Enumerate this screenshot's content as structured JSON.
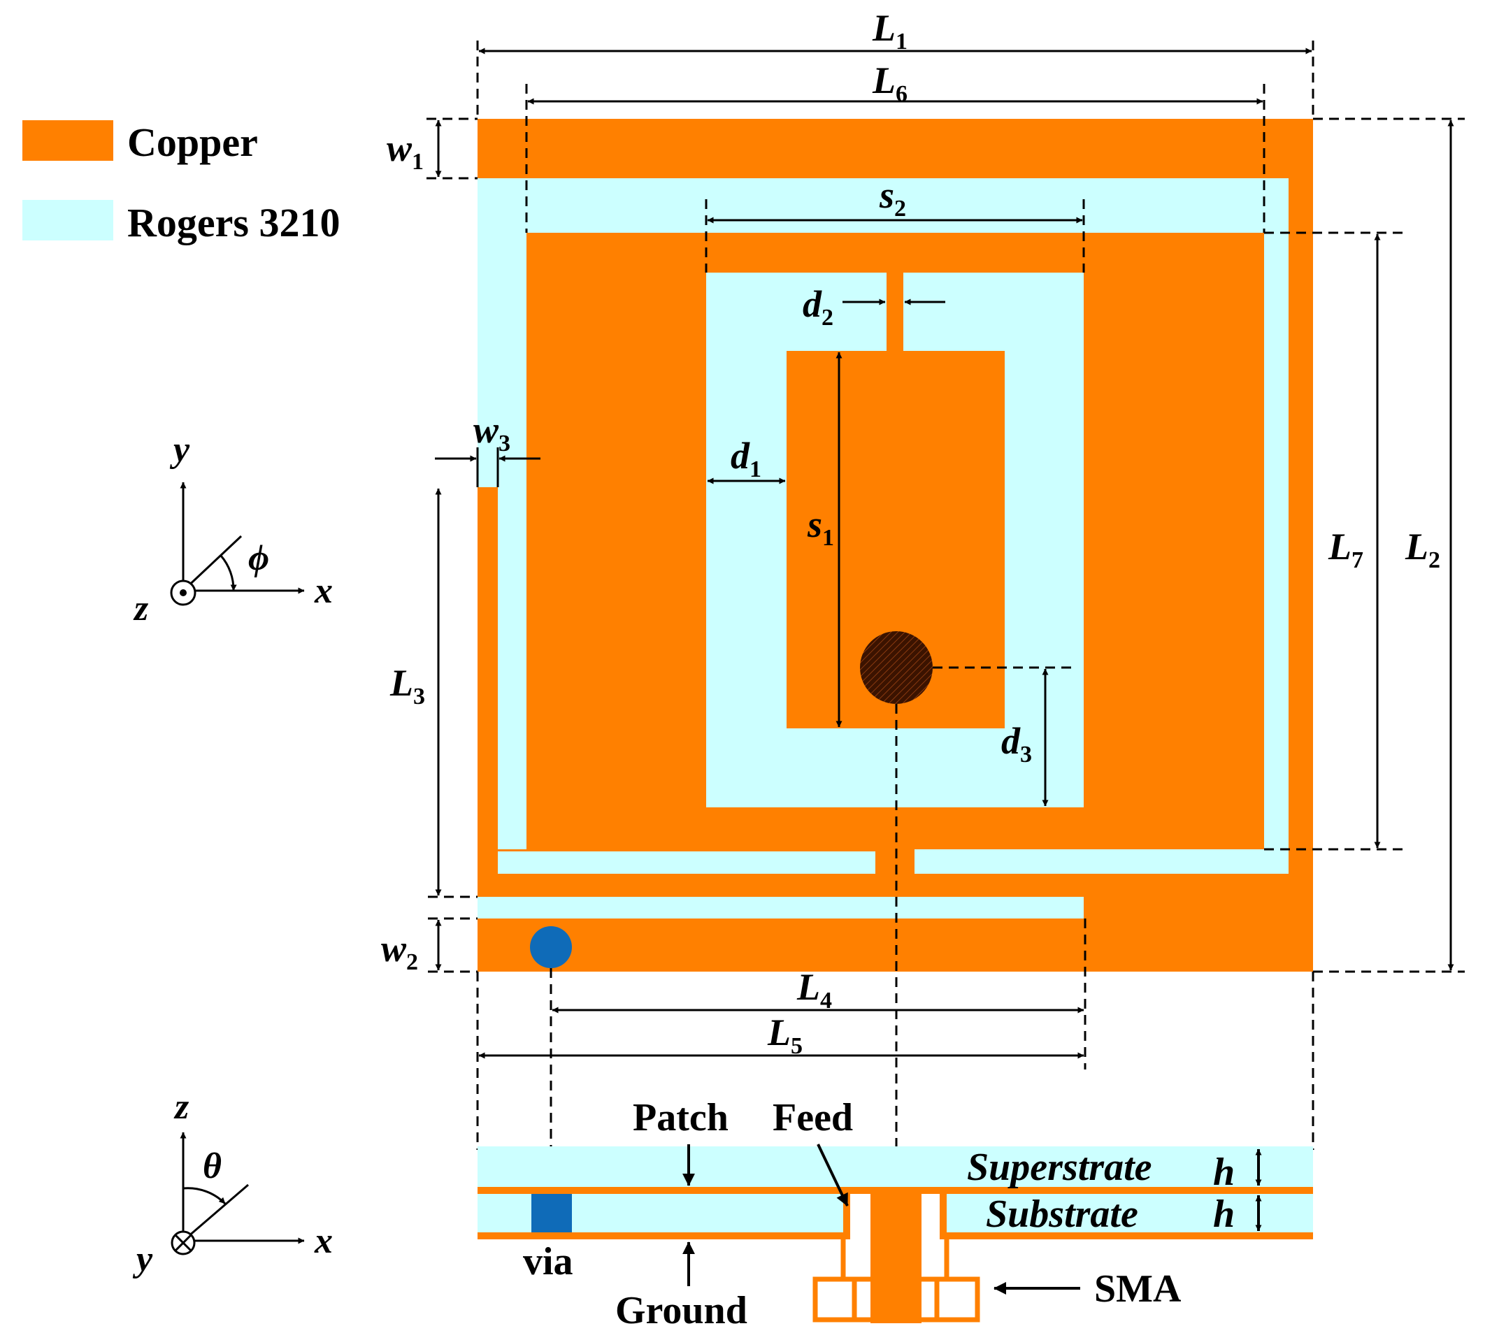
{
  "colors": {
    "copper": "#FF8000",
    "substrate": "#CCFFFF",
    "feed_dot": "#3B1300",
    "via": "#0F6BB8",
    "line": "#000000"
  },
  "legend": {
    "copper": "Copper",
    "substrate": "Rogers 3210"
  },
  "dimensions": {
    "L1": {
      "base": "L",
      "sub": "1"
    },
    "L6": {
      "base": "L",
      "sub": "6"
    },
    "w1": {
      "base": "w",
      "sub": "1"
    },
    "s2": {
      "base": "s",
      "sub": "2"
    },
    "d2": {
      "base": "d",
      "sub": "2"
    },
    "w3": {
      "base": "w",
      "sub": "3"
    },
    "d1": {
      "base": "d",
      "sub": "1"
    },
    "s1": {
      "base": "s",
      "sub": "1"
    },
    "L7": {
      "base": "L",
      "sub": "7"
    },
    "L2": {
      "base": "L",
      "sub": "2"
    },
    "L3": {
      "base": "L",
      "sub": "3"
    },
    "d3": {
      "base": "d",
      "sub": "3"
    },
    "w2": {
      "base": "w",
      "sub": "2"
    },
    "L4": {
      "base": "L",
      "sub": "4"
    },
    "L5": {
      "base": "L",
      "sub": "5"
    }
  },
  "axes_top": {
    "y": "y",
    "x": "x",
    "z": "z",
    "angle": "ϕ"
  },
  "axes_bottom": {
    "z": "z",
    "x": "x",
    "y": "y",
    "angle": "θ"
  },
  "side_view": {
    "patch": "Patch",
    "feed": "Feed",
    "superstrate": "Superstrate",
    "substrate": "Substrate",
    "h_top": "h",
    "h_bottom": "h",
    "via": "via",
    "ground": "Ground",
    "sma": "SMA"
  }
}
